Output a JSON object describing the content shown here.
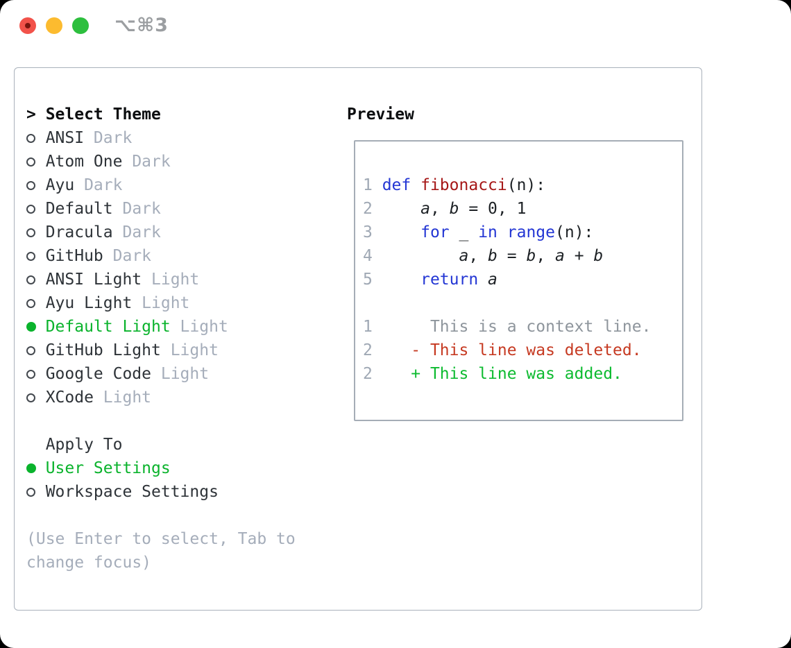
{
  "window": {
    "shortcut_label": "⌥⌘3",
    "traffic_lights": [
      "close",
      "minimize",
      "zoom"
    ]
  },
  "colors": {
    "accent_green": "#0ab32c",
    "keyword_blue": "#2336d4",
    "function_red": "#a61717",
    "diff_red": "#c63a22",
    "diff_green": "#0dbb30",
    "muted_gray": "#a5adba",
    "traffic_red": "#f2524a",
    "traffic_red_dot": "#7a150e",
    "traffic_yellow": "#fcbb2f",
    "traffic_green": "#2dbf3e"
  },
  "theme_picker": {
    "header_prefix": ">",
    "header": "Select Theme",
    "items": [
      {
        "label": "ANSI",
        "variant": "Dark",
        "selected": false
      },
      {
        "label": "Atom One",
        "variant": "Dark",
        "selected": false
      },
      {
        "label": "Ayu",
        "variant": "Dark",
        "selected": false
      },
      {
        "label": "Default",
        "variant": "Dark",
        "selected": false
      },
      {
        "label": "Dracula",
        "variant": "Dark",
        "selected": false
      },
      {
        "label": "GitHub",
        "variant": "Dark",
        "selected": false
      },
      {
        "label": "ANSI Light",
        "variant": "Light",
        "selected": false
      },
      {
        "label": "Ayu Light",
        "variant": "Light",
        "selected": false
      },
      {
        "label": "Default Light",
        "variant": "Light",
        "selected": true
      },
      {
        "label": "GitHub Light",
        "variant": "Light",
        "selected": false
      },
      {
        "label": "Google Code",
        "variant": "Light",
        "selected": false
      },
      {
        "label": "XCode",
        "variant": "Light",
        "selected": false
      }
    ]
  },
  "apply_to": {
    "header": "Apply To",
    "options": [
      {
        "label": "User Settings",
        "selected": true
      },
      {
        "label": "Workspace Settings",
        "selected": false
      }
    ]
  },
  "help": {
    "line1": "(Use Enter to select, Tab to",
    "line2": "change focus)"
  },
  "preview": {
    "header": "Preview",
    "lines": [
      {
        "num": "1",
        "tokens": [
          [
            "def",
            "kw"
          ],
          [
            " ",
            "pl"
          ],
          [
            "fibonacci",
            "fn"
          ],
          [
            "(n):",
            "pl"
          ]
        ]
      },
      {
        "num": "2",
        "tokens": [
          [
            "    ",
            "pl"
          ],
          [
            "a",
            "var"
          ],
          [
            ", ",
            "pl"
          ],
          [
            "b",
            "var"
          ],
          [
            " = 0, 1",
            "pl"
          ]
        ]
      },
      {
        "num": "3",
        "tokens": [
          [
            "    ",
            "pl"
          ],
          [
            "for",
            "kw"
          ],
          [
            " _ ",
            "pl"
          ],
          [
            "in",
            "kw"
          ],
          [
            " ",
            "pl"
          ],
          [
            "range",
            "kw"
          ],
          [
            "(n):",
            "pl"
          ]
        ]
      },
      {
        "num": "4",
        "tokens": [
          [
            "        ",
            "pl"
          ],
          [
            "a",
            "var"
          ],
          [
            ", ",
            "pl"
          ],
          [
            "b",
            "var"
          ],
          [
            " = ",
            "pl"
          ],
          [
            "b",
            "var"
          ],
          [
            ", ",
            "pl"
          ],
          [
            "a",
            "var"
          ],
          [
            " + ",
            "pl"
          ],
          [
            "b",
            "var"
          ]
        ]
      },
      {
        "num": "5",
        "tokens": [
          [
            "    ",
            "pl"
          ],
          [
            "return",
            "kw"
          ],
          [
            " ",
            "pl"
          ],
          [
            "a",
            "var"
          ]
        ]
      },
      {
        "num": "",
        "tokens": []
      },
      {
        "num": "1",
        "tokens": [
          [
            "     This is a context line.",
            "ctx"
          ]
        ]
      },
      {
        "num": "2",
        "tokens": [
          [
            "   - This line was deleted.",
            "del"
          ]
        ]
      },
      {
        "num": "2",
        "tokens": [
          [
            "   + This line was added.",
            "add"
          ]
        ]
      }
    ]
  }
}
